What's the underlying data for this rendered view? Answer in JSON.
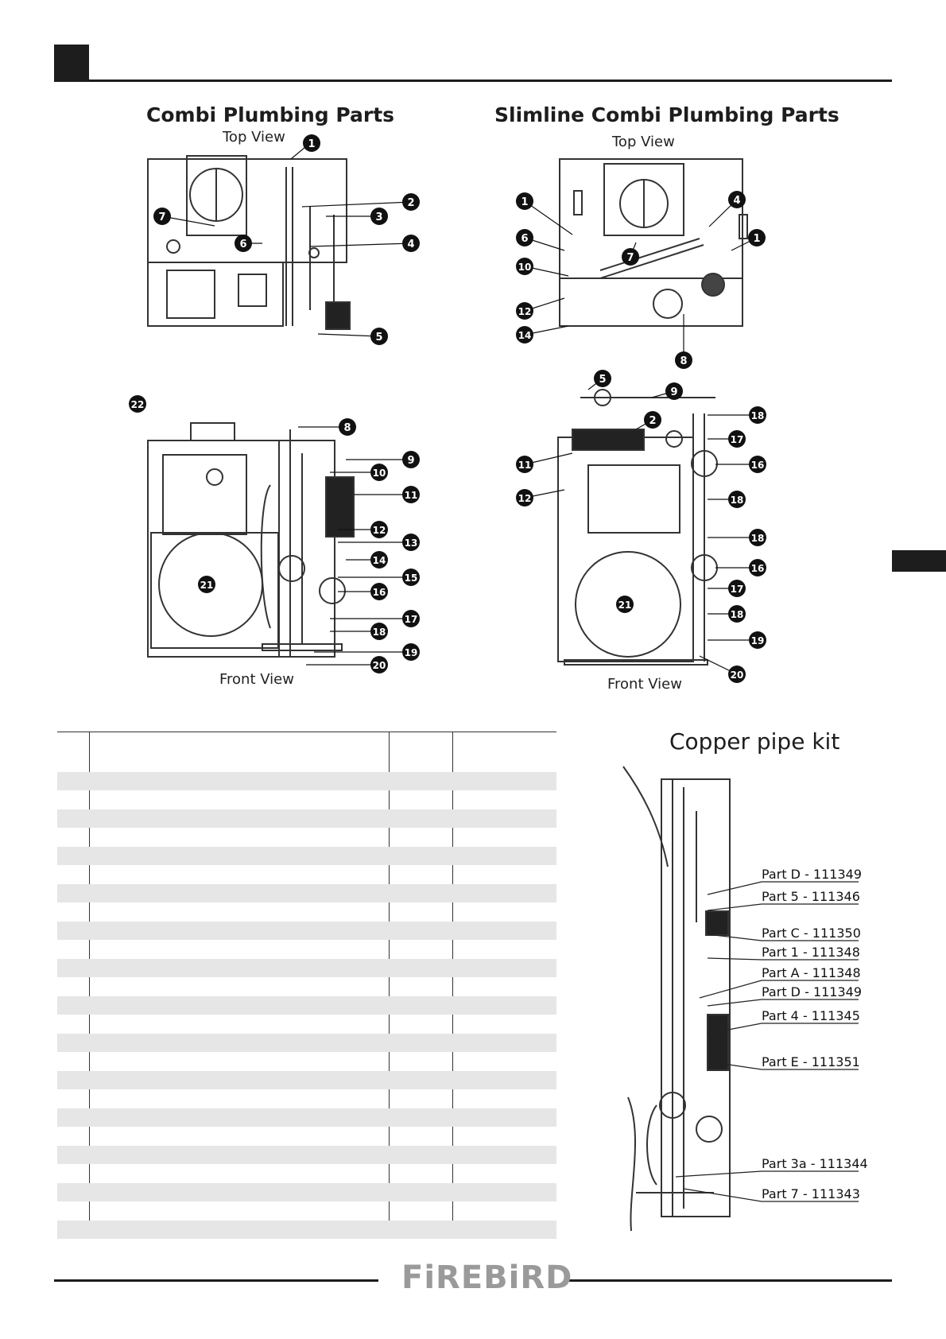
{
  "left_diagram": {
    "title": "Combi Plumbing Parts",
    "top_view_label": "Top View",
    "front_view_label": "Front View",
    "top_callouts": [
      "1",
      "2",
      "3",
      "4",
      "5",
      "6",
      "7"
    ],
    "front_callouts": [
      "8",
      "9",
      "10",
      "11",
      "12",
      "13",
      "14",
      "15",
      "16",
      "17",
      "18",
      "19",
      "20",
      "21",
      "22"
    ]
  },
  "right_diagram": {
    "title": "Slimline Combi Plumbing Parts",
    "top_view_label": "Top View",
    "front_view_label": "Front View",
    "top_callouts": [
      "1",
      "1",
      "4",
      "6",
      "7",
      "8",
      "10",
      "12",
      "14"
    ],
    "front_callouts": [
      "2",
      "5",
      "9",
      "11",
      "12",
      "16",
      "16",
      "17",
      "17",
      "18",
      "18",
      "18",
      "18",
      "19",
      "20",
      "21"
    ]
  },
  "copper_kit": {
    "title": "Copper pipe kit",
    "parts": [
      "Part D - 111349",
      "Part 5 - 111346",
      "Part C - 111350",
      "Part 1 - 111348",
      "Part A - 111348",
      "Part D - 111349",
      "Part 4 - 111345",
      "Part E - 111351",
      "Part 3a - 111344",
      "Part 7 - 111343"
    ]
  },
  "footer": {
    "logo_text": "FiREBiRD"
  }
}
